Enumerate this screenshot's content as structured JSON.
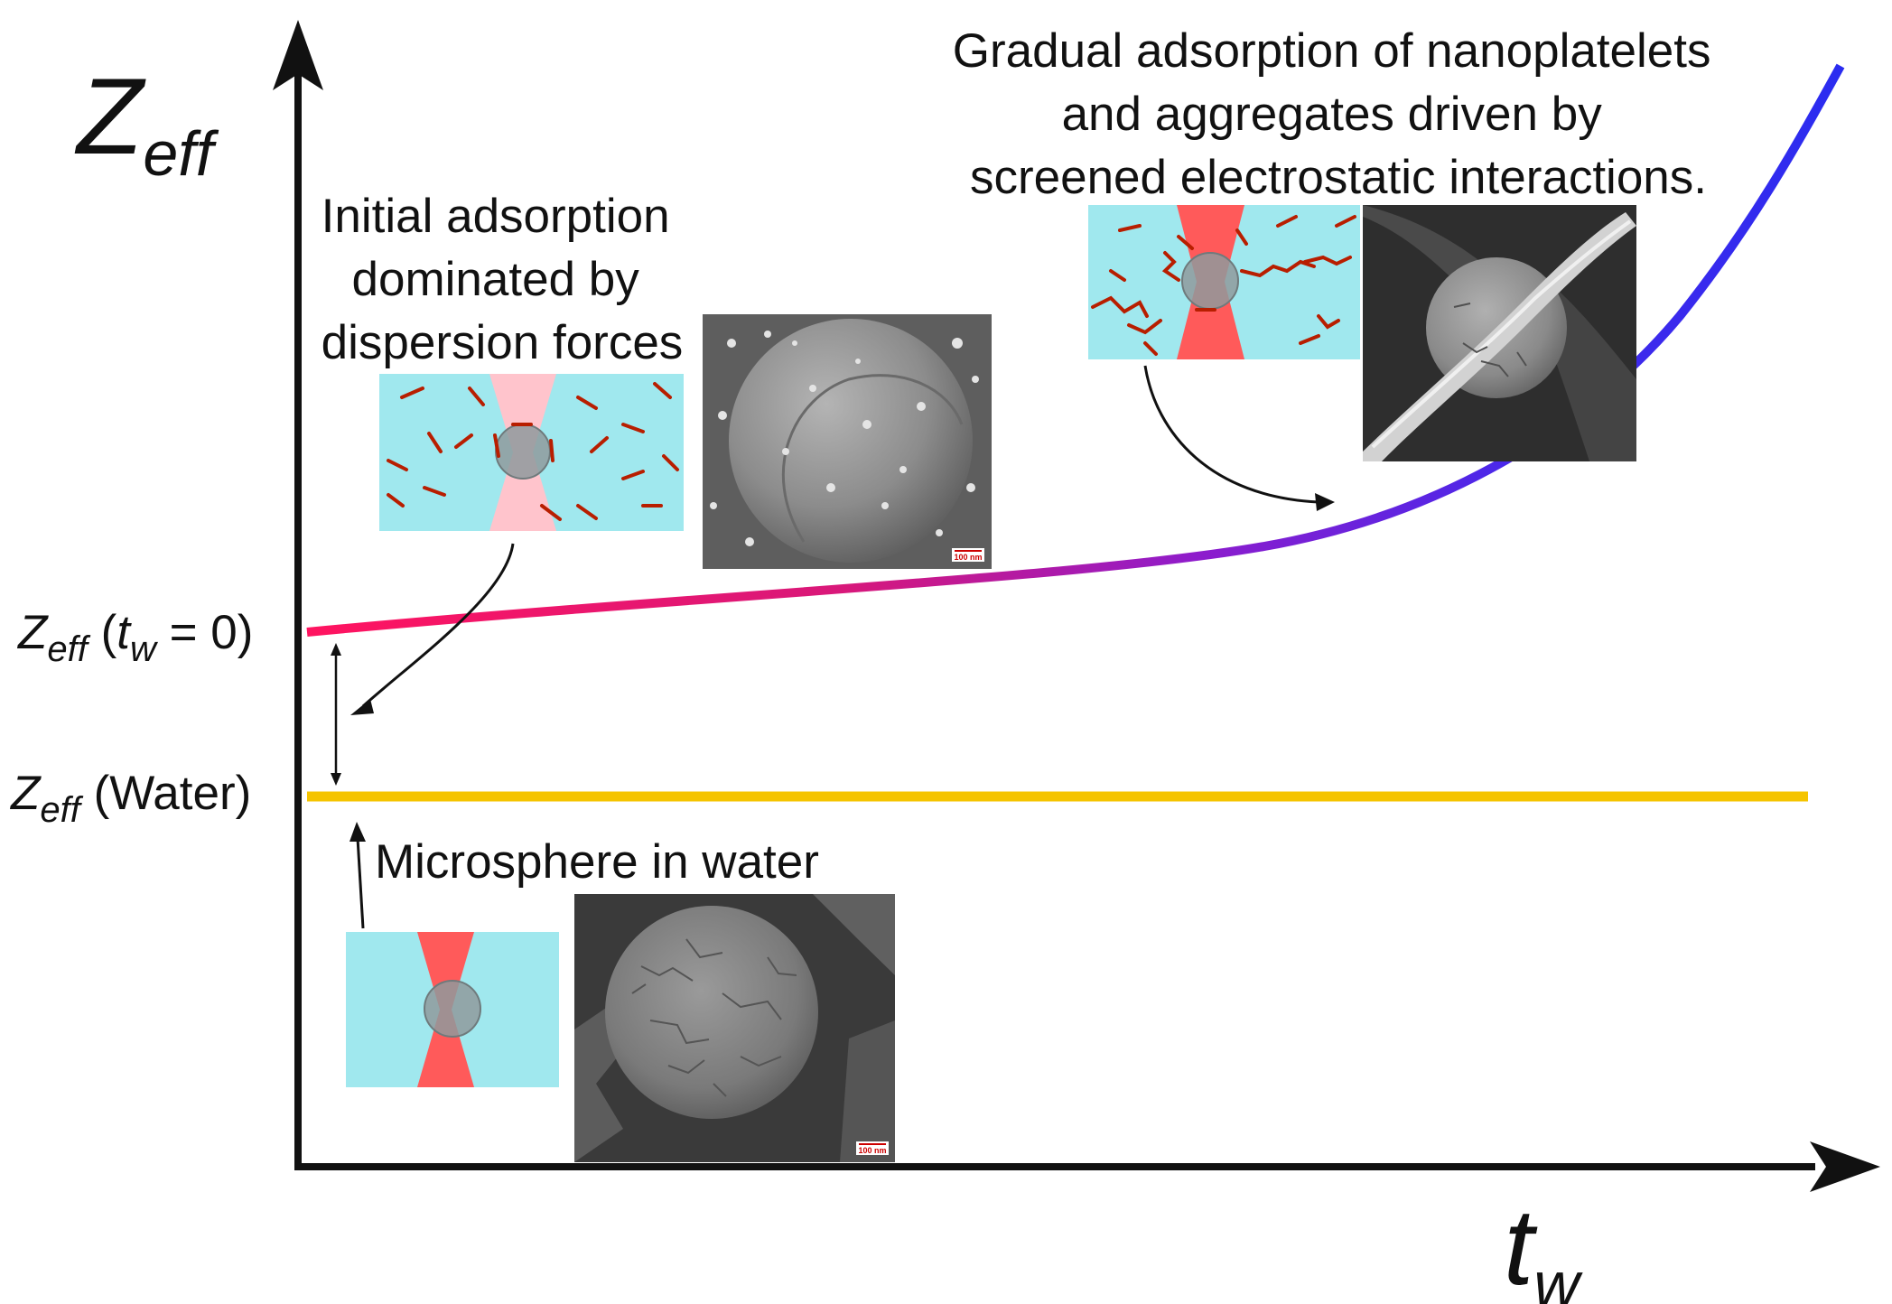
{
  "axes": {
    "y_symbol": "Z",
    "y_subscript": "eff",
    "x_symbol": "t",
    "x_subscript": "w"
  },
  "levels": {
    "initial": {
      "symbol": "Z",
      "subscript": "eff",
      "open": " (",
      "var": "t",
      "var_sub": "w",
      "rest": " = 0)"
    },
    "water": {
      "symbol": "Z",
      "subscript": "eff",
      "rest": " (Water)"
    }
  },
  "annotations": {
    "initial_adsorption": [
      "Initial adsorption",
      "dominated by",
      "dispersion forces"
    ],
    "gradual_adsorption": [
      "Gradual adsorption of nanoplatelets",
      "and aggregates driven by",
      "screened electrostatic interactions."
    ],
    "microsphere_in_water": "Microsphere in water"
  },
  "scale_bars": {
    "label": "100 nm"
  },
  "colors": {
    "curve_start": "#ff1460",
    "curve_mid": "#9a1ccc",
    "curve_end": "#2a2cf0",
    "water_line": "#f5c400",
    "solution": "#a0e8ee",
    "laser": "#ff5a5a",
    "laser_light": "#ffc4cc",
    "particle": "#b81e00",
    "sphere": "#8f9a9c"
  }
}
